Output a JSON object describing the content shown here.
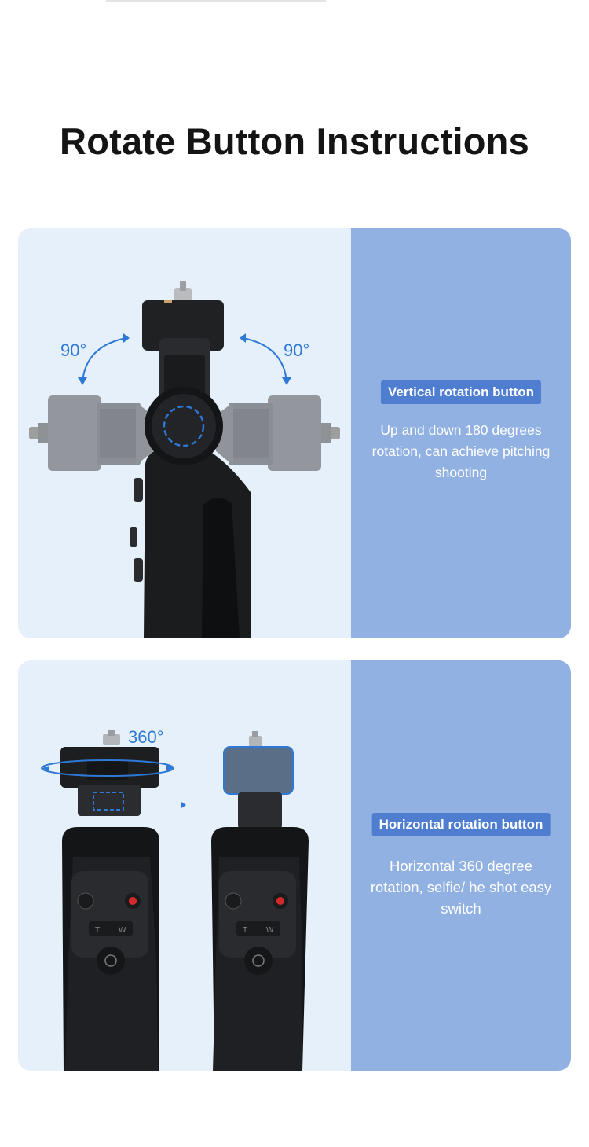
{
  "page": {
    "title": "Rotate Button Instructions"
  },
  "sections": [
    {
      "badge": "Vertical rotation button",
      "description": "Up and down 180 degrees rotation, can achieve pitching shooting",
      "angle_left": "90°",
      "angle_right": "90°"
    },
    {
      "badge": "Horizontal rotation button",
      "description": "Horizontal 360 degree rotation, selfie/ he shot easy switch",
      "angle": "360°",
      "grip_button_labels": [
        "T",
        "W"
      ]
    }
  ],
  "colors": {
    "accent_blue": "#2e78d6",
    "badge_blue": "#4f7ed0",
    "info_panel": "#91b1e3",
    "image_panel": "#e6f0fb",
    "title": "#141414"
  }
}
